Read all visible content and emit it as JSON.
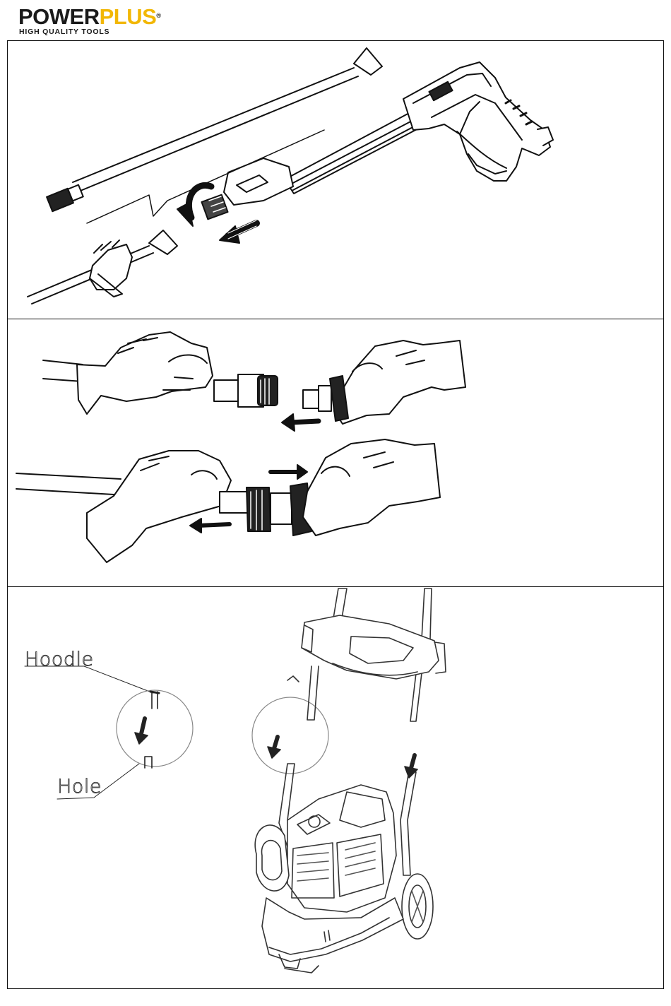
{
  "brand": {
    "name_part1": "POWER",
    "name_part2": "PLUS",
    "registered": "®",
    "tagline": "HIGH QUALITY TOOLS",
    "colors": {
      "dark": "#1a1a1a",
      "accent": "#f2b705"
    }
  },
  "panels": [
    {
      "id": "panel-1",
      "illustration": "spray-gun-lance-attach"
    },
    {
      "id": "panel-2",
      "illustration": "hose-quick-coupling"
    },
    {
      "id": "panel-3",
      "illustration": "handle-insertion-into-frame",
      "labels": {
        "handle": "Hoodle",
        "hole": "Hole"
      }
    }
  ]
}
